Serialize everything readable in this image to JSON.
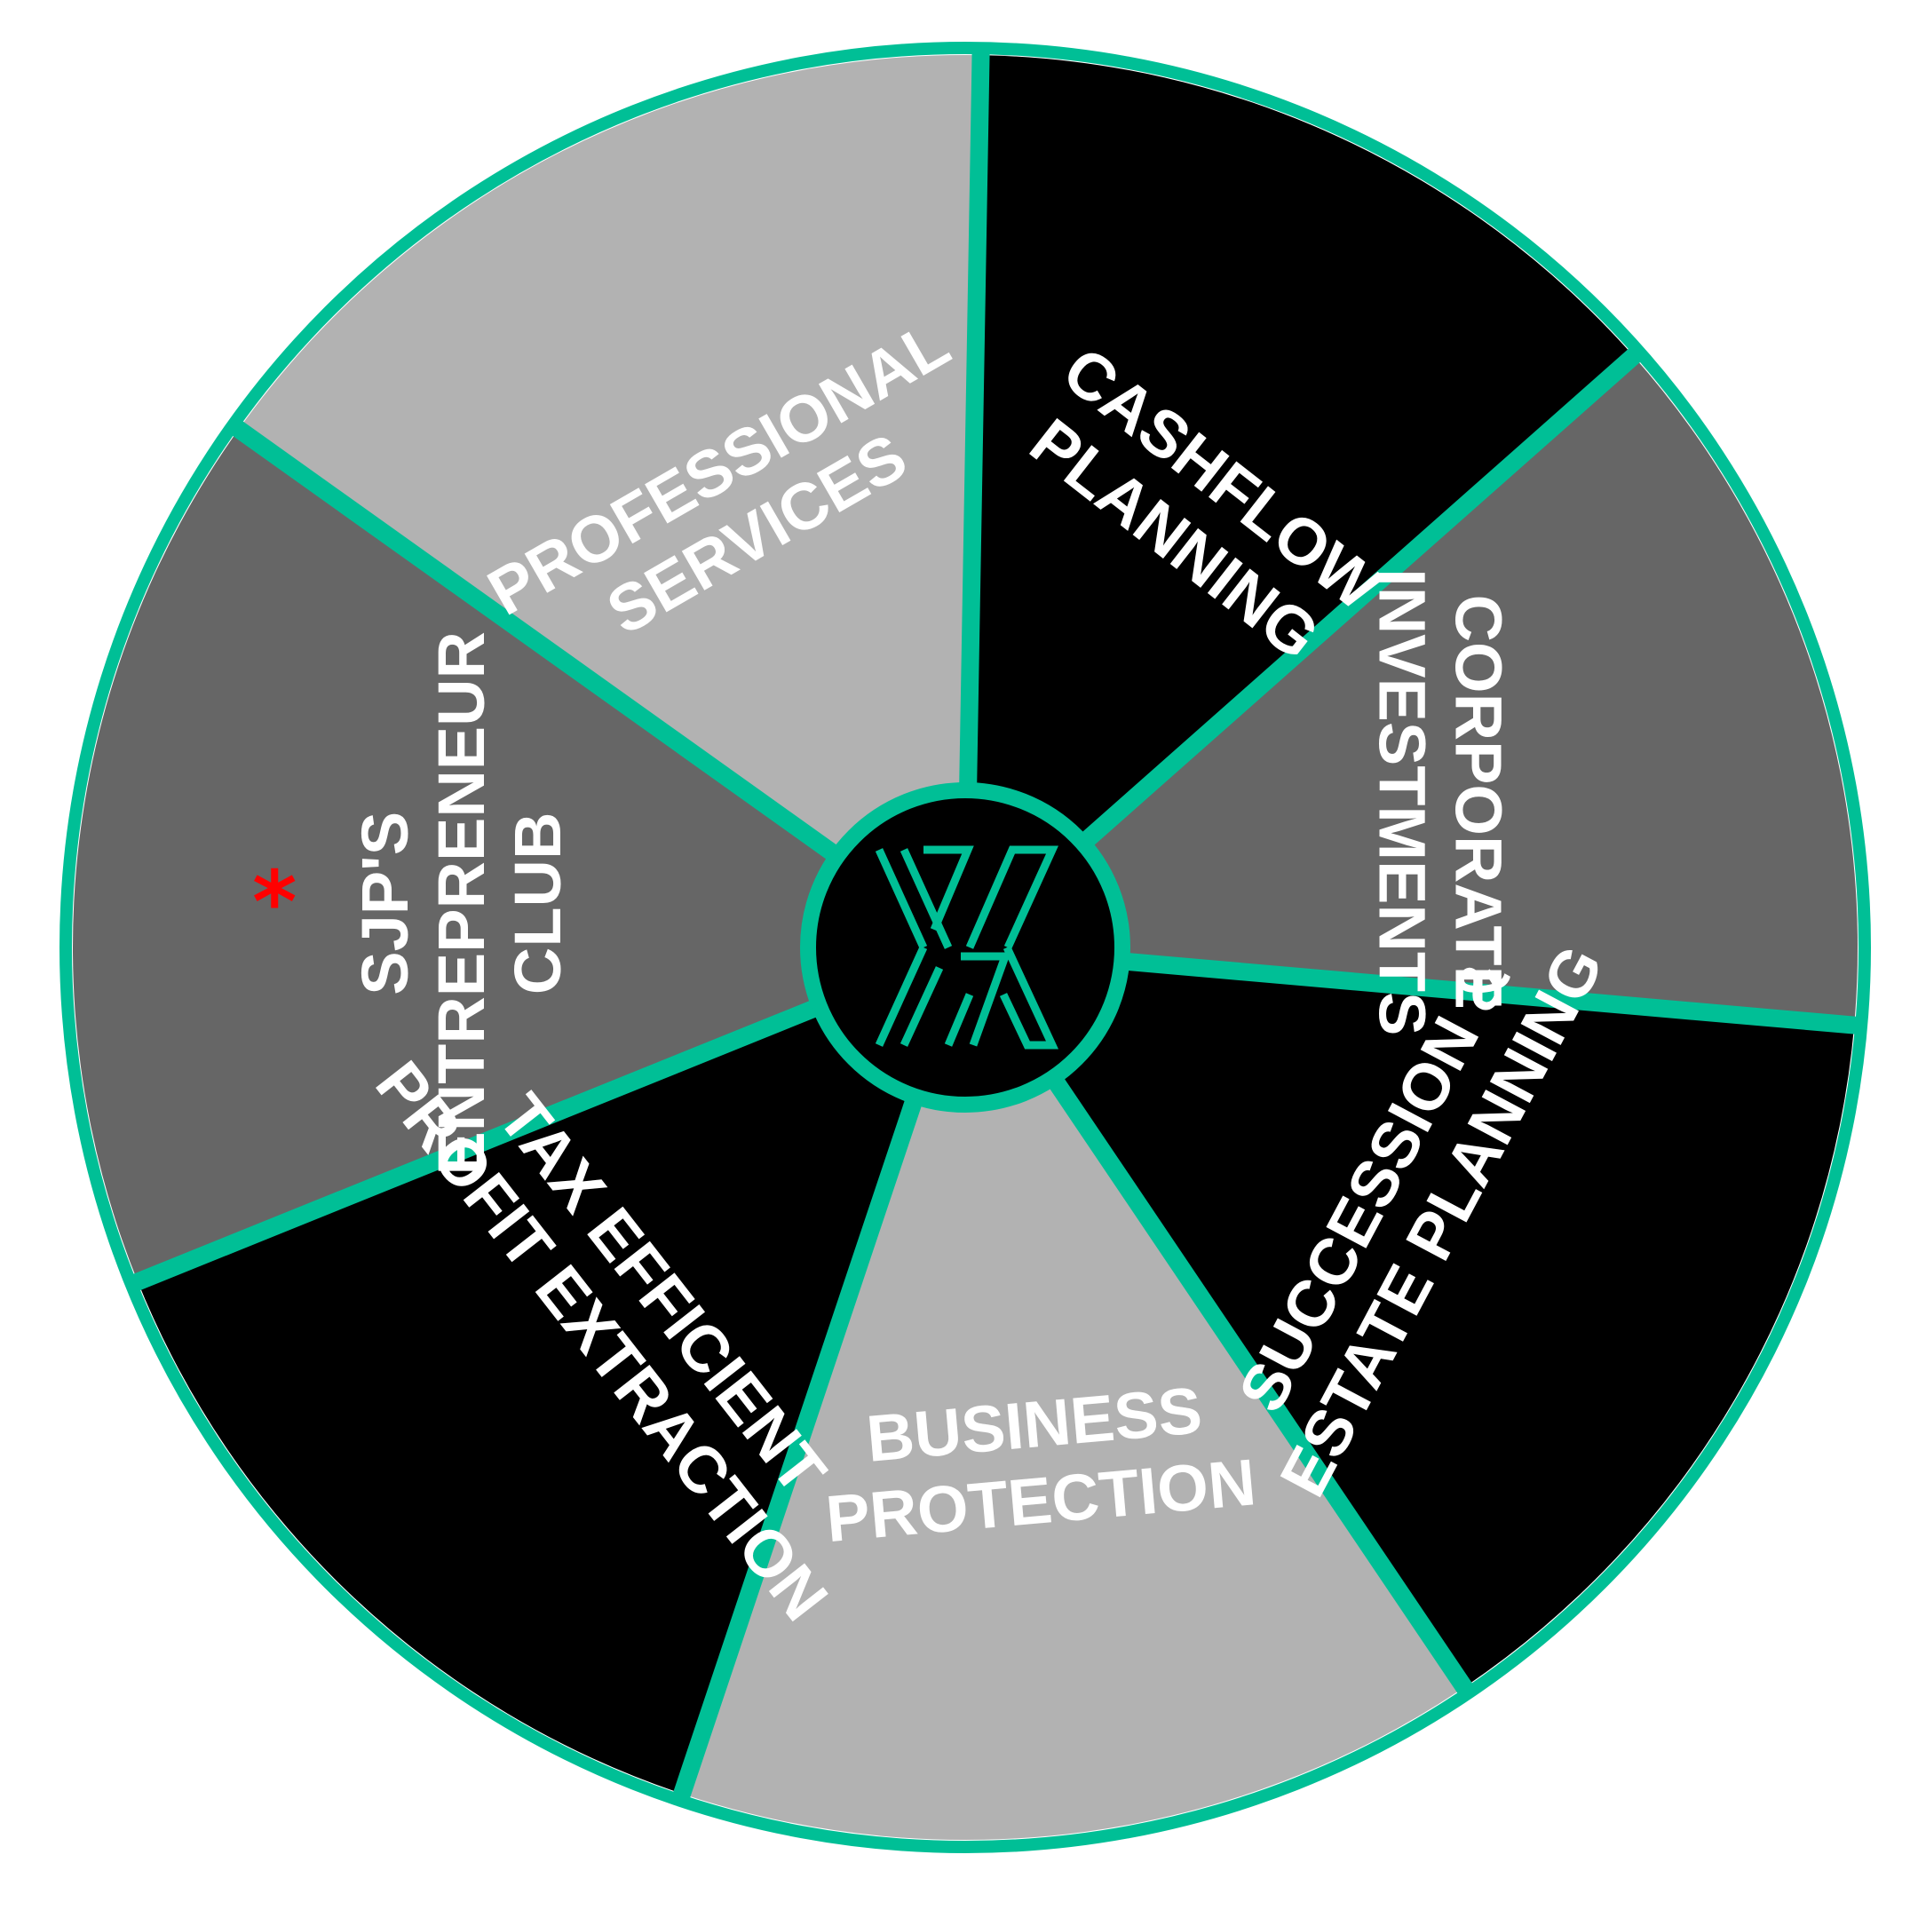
{
  "colors": {
    "ring": "#00bf96",
    "black": "#000000",
    "dark_gray": "#666666",
    "light_gray": "#b2b2b2",
    "label": "#ffffff",
    "asterisk": "#ff0000",
    "hub": "#000000"
  },
  "center_logo": {
    "icon": "monogram-logo-icon"
  },
  "segments": [
    {
      "id": "cashflow",
      "fill": "black",
      "label_lines": [
        "CASHFLOW",
        "PLANNING"
      ]
    },
    {
      "id": "corporate",
      "fill": "dark_gray",
      "label_lines": [
        "CORPORATE",
        "INVESTMENTS"
      ]
    },
    {
      "id": "succession",
      "fill": "black",
      "label_lines": [
        "SUCCESSION &",
        "ESTATE PLANNING"
      ]
    },
    {
      "id": "business",
      "fill": "light_gray",
      "label_lines": [
        "BUSINESS",
        "PROTECTION"
      ]
    },
    {
      "id": "tax",
      "fill": "black",
      "label_lines": [
        "TAX EFFICIENT",
        "PROFIT EXTRACTION"
      ]
    },
    {
      "id": "entrepreneur",
      "fill": "dark_gray",
      "label_lines": [
        "SJP'S",
        "ENTREPRENEUR",
        "CLUB"
      ],
      "asterisk": "*"
    },
    {
      "id": "professional",
      "fill": "light_gray",
      "label_lines": [
        "PROFESSIONAL",
        "SERVICES"
      ]
    }
  ]
}
